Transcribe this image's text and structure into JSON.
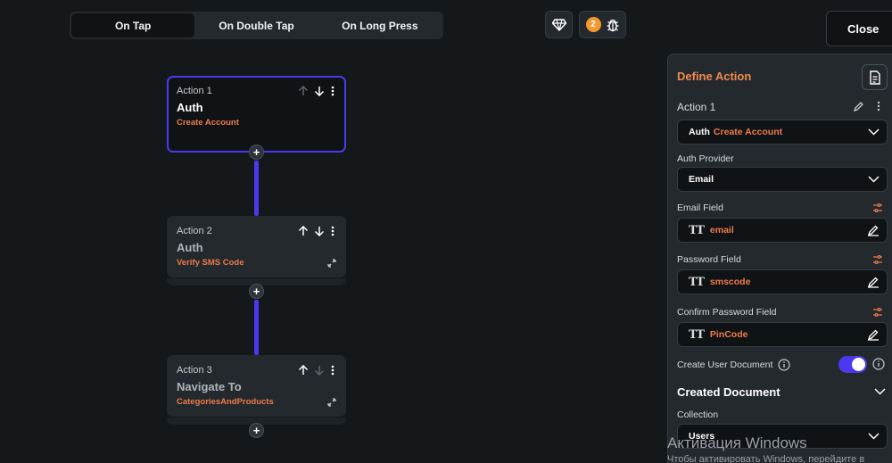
{
  "tabs": [
    "On Tap",
    "On Double Tap",
    "On Long Press"
  ],
  "toolbar": {
    "badge_count": "2",
    "close_label": "Close"
  },
  "actions": [
    {
      "label": "Action 1",
      "title": "Auth",
      "subtitle": "Create Account"
    },
    {
      "label": "Action 2",
      "title": "Auth",
      "subtitle": "Verify SMS Code"
    },
    {
      "label": "Action 3",
      "title": "Navigate To",
      "subtitle": "CategoriesAndProducts"
    }
  ],
  "panel": {
    "title": "Define Action",
    "action_label": "Action 1",
    "action_select": {
      "title": "Auth",
      "op": "Create Account"
    },
    "auth_provider_label": "Auth Provider",
    "auth_provider_value": "Email",
    "email_field_label": "Email Field",
    "email_field_value": "email",
    "password_field_label": "Password Field",
    "password_field_value": "smscode",
    "confirm_password_label": "Confirm Password Field",
    "confirm_password_value": "PinCode",
    "create_user_doc_label": "Create User Document",
    "create_user_doc_on": true,
    "created_document_title": "Created Document",
    "collection_label": "Collection",
    "collection_value": "Users"
  },
  "watermark": {
    "line1": "Активация Windows",
    "line2": "Чтобы активировать Windows, перейдите в"
  },
  "colors": {
    "accent": "#4b39ef",
    "orange": "#ef7b4a",
    "badge": "#f2982f"
  }
}
